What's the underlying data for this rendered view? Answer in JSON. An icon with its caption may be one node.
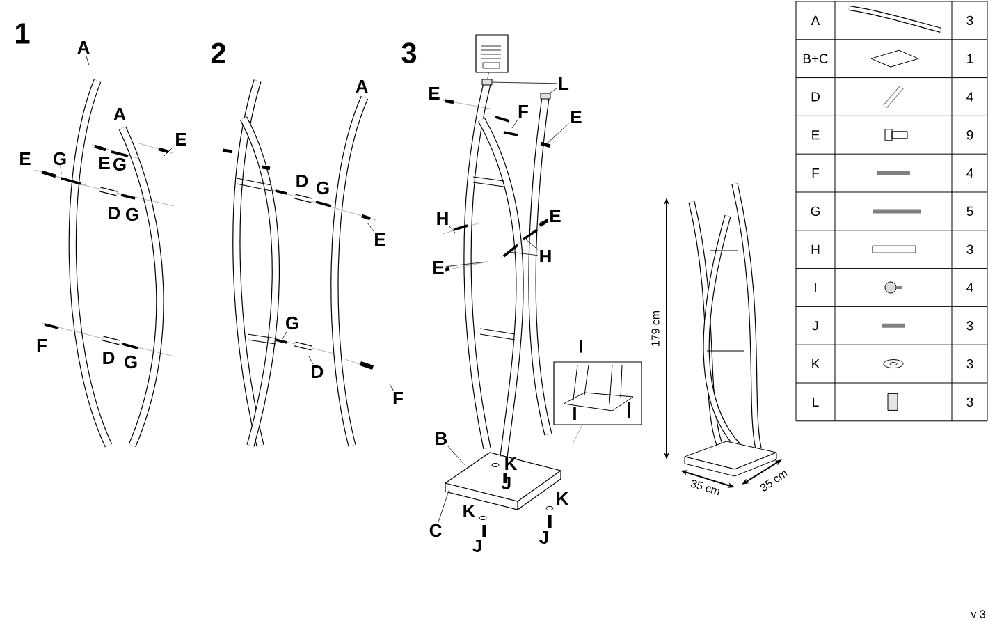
{
  "diagram": {
    "nodes": [
      {
        "text": [
          "A"
        ]
      },
      {
        "text": [
          "E"
        ]
      },
      {
        "text": [
          "G"
        ]
      },
      {
        "text": [
          "E"
        ]
      },
      {
        "text": [
          "G"
        ]
      },
      {
        "text": [
          "D"
        ]
      },
      {
        "text": [
          "F"
        ]
      },
      {
        "text": [
          "L"
        ]
      },
      {
        "text": [
          "F"
        ]
      },
      {
        "text": [
          "E"
        ]
      },
      {
        "text": [
          "H"
        ]
      },
      {
        "text": [
          "E"
        ]
      },
      {
        "text": [
          "H"
        ]
      },
      {
        "text": [
          "E"
        ]
      },
      {
        "text": [
          "B"
        ]
      },
      {
        "text": [
          "C"
        ]
      },
      {
        "text": [],
        "shape": "picture"
      },
      {
        "text": [],
        "shape": "picture",
        "beside": [
          "I"
        ]
      },
      {
        "text": [],
        "shape": "box"
      },
      {
        "text": [],
        "shape": "box"
      },
      {
        "text": [],
        "shape": "box"
      },
      {
        "text": [],
        "shape": "box"
      },
      {
        "text": [],
        "shape": "bar"
      }
    ],
    "edges": [
      {
        "from": 0,
        "to": null,
        "arrow": "none"
      },
      {
        "from": 1,
        "to": null,
        "arrow": "none"
      },
      {
        "from": 2,
        "to": null,
        "arrow": "none"
      },
      {
        "from": 3,
        "to": null,
        "arrow": "none"
      },
      {
        "from": 4,
        "to": null,
        "arrow": "none"
      },
      {
        "from": 5,
        "to": null,
        "arrow": "none"
      },
      {
        "from": 6,
        "to": null,
        "arrow": "none"
      },
      {
        "from": 7,
        "to": 18,
        "arrow": "none"
      },
      {
        "from": 7,
        "to": 19,
        "arrow": "none"
      },
      {
        "from": 8,
        "to": null,
        "arrow": "none"
      },
      {
        "from": 9,
        "to": 22,
        "arrow": "none"
      },
      {
        "from": 10,
        "to": null,
        "arrow": "none"
      },
      {
        "from": 11,
        "to": null,
        "arrow": "none"
      },
      {
        "from": 12,
        "to": null,
        "arrow": "none"
      },
      {
        "from": 12,
        "to": null,
        "arrow": "none"
      },
      {
        "from": 13,
        "to": null,
        "arrow": "none"
      },
      {
        "from": 14,
        "to": 20,
        "arrow": "none"
      },
      {
        "from": 15,
        "to": 21,
        "arrow": "none"
      },
      {
        "from": 16,
        "to": 18,
        "arrow": "none"
      },
      {
        "from": 17,
        "to": null,
        "arrow": "none",
        "color": "#999999"
      }
    ],
    "labels": [
      "1",
      "2",
      "3",
      "A",
      "E",
      "E",
      "G",
      "D",
      "G",
      "F",
      "D",
      "G",
      "D",
      "G",
      "A",
      "E",
      "K",
      "J",
      "K",
      "J",
      "K",
      "J",
      "179 cm",
      "35 cm",
      "35 cm",
      "A",
      "3",
      "B+C",
      "1",
      "D",
      "4",
      "E",
      "9",
      "F",
      "4",
      "G",
      "5",
      "H",
      "3",
      "I",
      "4",
      "J",
      "3",
      "K",
      "3",
      "L",
      "3",
      "v 3"
    ]
  }
}
